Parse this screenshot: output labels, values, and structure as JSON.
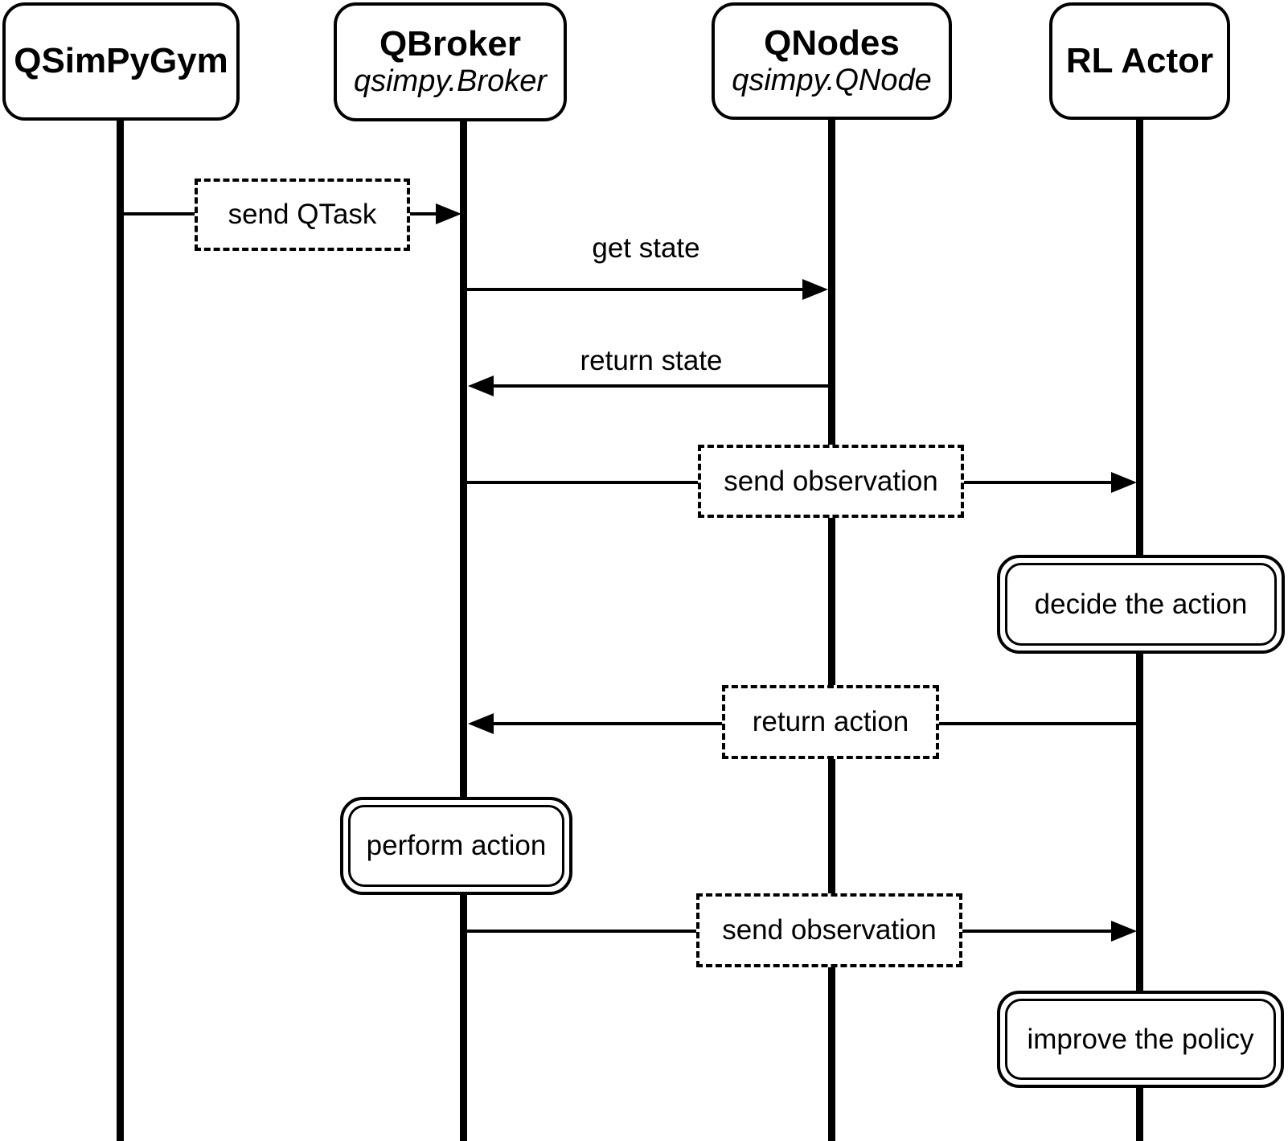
{
  "diagram": {
    "kind": "sequence-diagram",
    "colors": {
      "line": "#000000",
      "fill": "#ffffff",
      "background": "#ffffff"
    },
    "actors": [
      {
        "id": "qsimpygym",
        "title": "QSimPyGym",
        "subtitle": ""
      },
      {
        "id": "qbroker",
        "title": "QBroker",
        "subtitle": "qsimpy.Broker"
      },
      {
        "id": "qnodes",
        "title": "QNodes",
        "subtitle": "qsimpy.QNode"
      },
      {
        "id": "rl-actor",
        "title": "RL Actor",
        "subtitle": ""
      }
    ],
    "messages": [
      {
        "label": "send QTask",
        "from": "QSimPyGym",
        "to": "QBroker",
        "style": "dashed-box",
        "direction": "right"
      },
      {
        "label": "get state",
        "from": "QBroker",
        "to": "QNodes",
        "style": "plain",
        "direction": "right"
      },
      {
        "label": "return state",
        "from": "QNodes",
        "to": "QBroker",
        "style": "plain",
        "direction": "left"
      },
      {
        "label": "send observation",
        "from": "QBroker",
        "to": "RL Actor",
        "style": "dashed-box",
        "direction": "right"
      },
      {
        "label": "decide the action",
        "on": "RL Actor",
        "style": "activity"
      },
      {
        "label": "return action",
        "from": "RL Actor",
        "to": "QBroker",
        "style": "dashed-box",
        "direction": "left"
      },
      {
        "label": "perform action",
        "on": "QBroker",
        "style": "activity"
      },
      {
        "label": "send observation",
        "from": "QBroker",
        "to": "RL Actor",
        "style": "dashed-box",
        "direction": "right"
      },
      {
        "label": "improve the policy",
        "on": "RL Actor",
        "style": "activity"
      }
    ]
  }
}
